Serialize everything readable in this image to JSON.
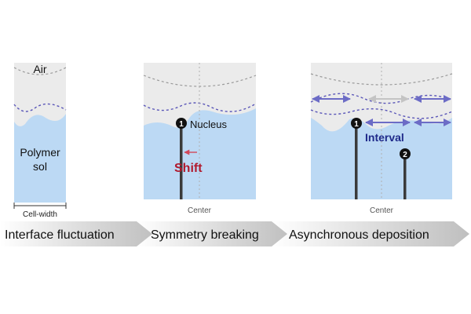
{
  "panel1": {
    "air_label": "Air",
    "polymer_label_line1": "Polymer",
    "polymer_label_line2": "sol",
    "width_label": "Cell-width"
  },
  "panel2": {
    "nucleus_number": "1",
    "nucleus_label": "Nucleus",
    "shift_label": "Shift",
    "center_label": "Center"
  },
  "panel3": {
    "nucleus1_number": "1",
    "nucleus2_number": "2",
    "interval_label": "Interval",
    "center_label": "Center"
  },
  "stages": [
    {
      "label": "Interface fluctuation"
    },
    {
      "label": "Symmetry breaking"
    },
    {
      "label": "Asynchronous deposition"
    }
  ],
  "colors": {
    "air": "#ebebeb",
    "polymer": "#bcd9f4",
    "rod": "#3a3a3a",
    "dash_interface": "#5a56b8",
    "dash_air": "#9a9a9a",
    "shift": "#b01a2e",
    "interval": "#1f2a8a",
    "arrow_violet": "#6c6cc6",
    "arrow_gray": "#c4c4c4",
    "banner": "#d9d9d9"
  }
}
